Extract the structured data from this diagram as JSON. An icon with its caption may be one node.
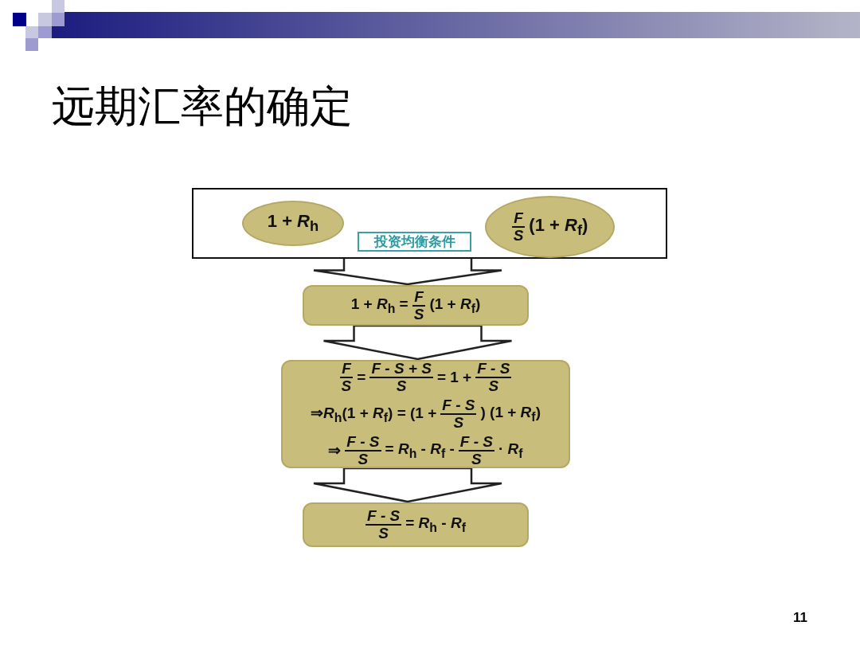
{
  "diagram": {
    "title": "远期汇率的确定",
    "nodes": [
      {
        "text": [],
        "shape": "box"
      },
      {
        "text": [
          "1 + *R*$_{h}$"
        ],
        "in": 0
      },
      {
        "text": [
          "F",
          "S",
          "(1 + *R*$_{f}$)"
        ],
        "in": 0
      },
      {
        "text": [
          "投资均衡条件"
        ],
        "in": 0
      },
      {
        "text": [
          "1 + *R*$_{h}$ =",
          "F",
          "S",
          "(1 + *R*$_{f}$)"
        ]
      },
      {
        "text": [
          "F",
          "S",
          "=",
          "F - S + S",
          "S",
          "= 1 +",
          "F - S",
          "S",
          "⇒*R*$_{h}$(1 + *R*$_{f}$) = (1 +",
          "F - S",
          "S",
          ") (1 + *R*$_{f}$)",
          "⇒",
          "F - S",
          "S",
          "= *R*$_{h}$ - *R*$_{f}$ -",
          "F - S",
          "S",
          "· *R*$_{f}$"
        ]
      },
      {
        "text": [
          "F - S",
          "S",
          "= *R*$_{h}$ - *R*$_{f}$"
        ]
      }
    ],
    "edges": [
      {
        "from": 0,
        "to": 4,
        "arrow": "to"
      },
      {
        "from": 4,
        "to": 5,
        "arrow": "to"
      },
      {
        "from": 5,
        "to": 6,
        "arrow": "to"
      }
    ],
    "labels": [
      "11"
    ]
  }
}
